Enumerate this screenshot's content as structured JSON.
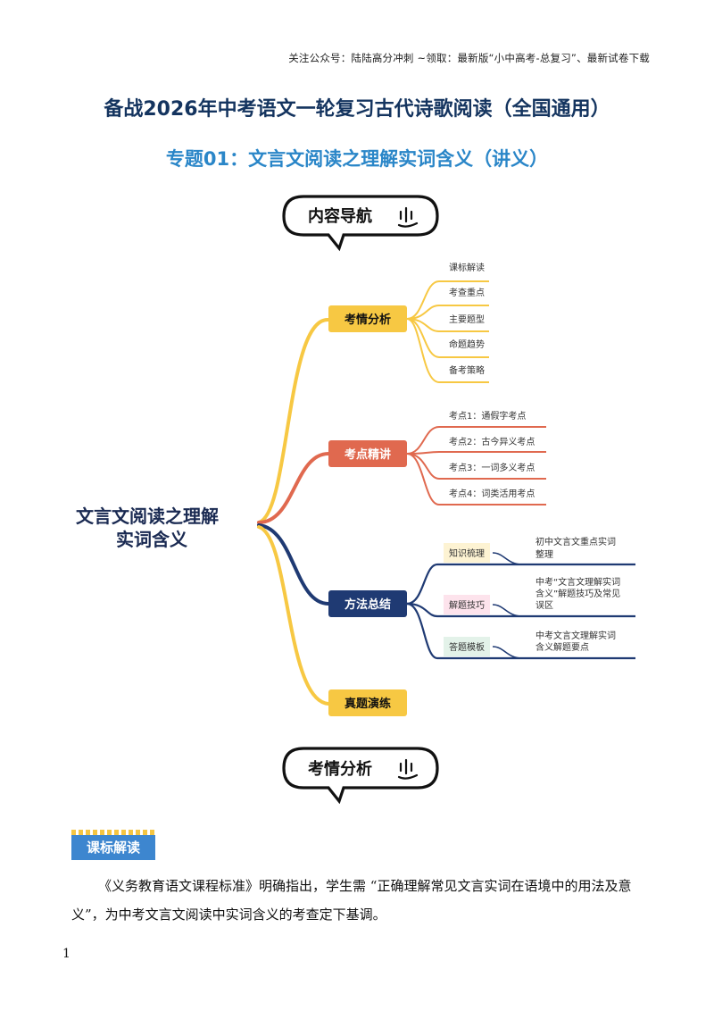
{
  "header": {
    "top_note": "关注公众号：陆陆高分冲刺 ~领取：最新版“小中高考-总复习”、最新试卷下载",
    "main_title": "备战2026年中考语文一轮复习古代诗歌阅读（全国通用）",
    "sub_title": "专题01：文言文阅读之理解实词含义（讲义）"
  },
  "nav_bubble": {
    "label": "内容导航"
  },
  "mindmap": {
    "root_line1": "文言文阅读之理解",
    "root_line2": "实词含义",
    "colors": {
      "yellow": "#f7c843",
      "red": "#e0694f",
      "navy": "#1f3a73"
    },
    "branches": [
      {
        "label": "考情分析",
        "children": [
          "课标解读",
          "考查重点",
          "主要题型",
          "命题趋势",
          "备考策略"
        ]
      },
      {
        "label": "考点精讲",
        "children": [
          "考点1：通假字考点",
          "考点2：古今异义考点",
          "考点3：一词多义考点",
          "考点4：词类活用考点"
        ]
      },
      {
        "label": "方法总结",
        "children": [
          {
            "tag": "知识梳理",
            "text_line1": "初中文言文重点实词",
            "text_line2": "整理"
          },
          {
            "tag": "解题技巧",
            "text_line1": "中考“文言文理解实词",
            "text_line2": "含义”解题技巧及常见",
            "text_line3": "误区"
          },
          {
            "tag": "答题模板",
            "text_line1": "中考文言文理解实词",
            "text_line2": "含义解题要点"
          }
        ]
      },
      {
        "label": "真题演练",
        "children": []
      }
    ]
  },
  "analysis_bubble": {
    "label": "考情分析"
  },
  "section": {
    "tag": "课标解读",
    "paragraph": "《义务教育语文课程标准》明确指出，学生需 “正确理解常见文言实词在语境中的用法及意义”，为中考文言文阅读中实词含义的考查定下基调。"
  },
  "footer": {
    "page_number": "1"
  }
}
